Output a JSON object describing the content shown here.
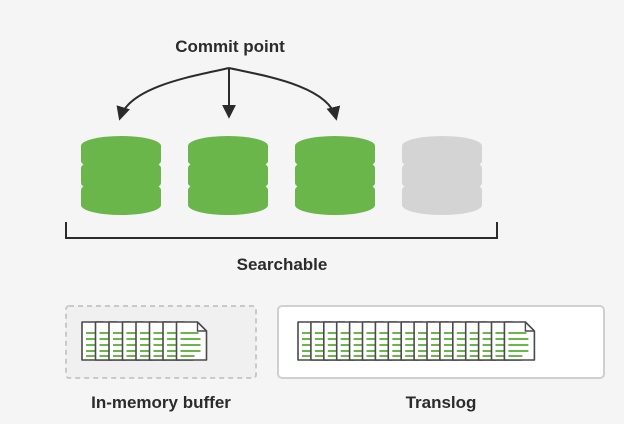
{
  "labels": {
    "commit_point": "Commit point",
    "searchable": "Searchable",
    "in_memory_buffer": "In-memory buffer",
    "translog": "Translog"
  },
  "segments": [
    {
      "state": "committed",
      "color": "#6ab64a"
    },
    {
      "state": "committed",
      "color": "#6ab64a"
    },
    {
      "state": "committed",
      "color": "#6ab64a"
    },
    {
      "state": "uncommitted",
      "color": "#d4d4d4"
    }
  ],
  "buffer": {
    "document_count": 8
  },
  "translog": {
    "document_count": 17
  },
  "colors": {
    "committed": "#6ab64a",
    "uncommitted": "#d4d4d4",
    "text": "#2b2b2b",
    "document_lines": "#6ab64a",
    "panel_border": "#cfcfcf"
  }
}
